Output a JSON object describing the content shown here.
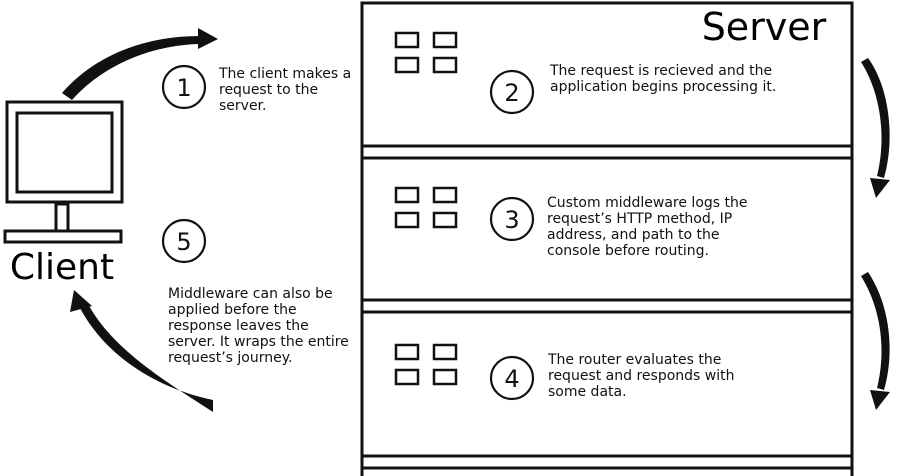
{
  "server": {
    "title": "Server"
  },
  "client": {
    "label": "Client"
  },
  "steps": [
    {
      "number": "1",
      "text": "The client makes a request to the server."
    },
    {
      "number": "2",
      "text": "The request is recieved and the application begins processing it."
    },
    {
      "number": "3",
      "text": "Custom middleware logs the request’s HTTP method, IP address, and path to the console before routing."
    },
    {
      "number": "4",
      "text": "The router evaluates the request and responds with some data."
    },
    {
      "number": "5",
      "text": "Middleware can also be applied before the response leaves the server. It wraps the entire request’s journey."
    }
  ],
  "icons": [
    "computer-monitor-icon",
    "server-grid-icon",
    "curved-arrow-icon"
  ]
}
